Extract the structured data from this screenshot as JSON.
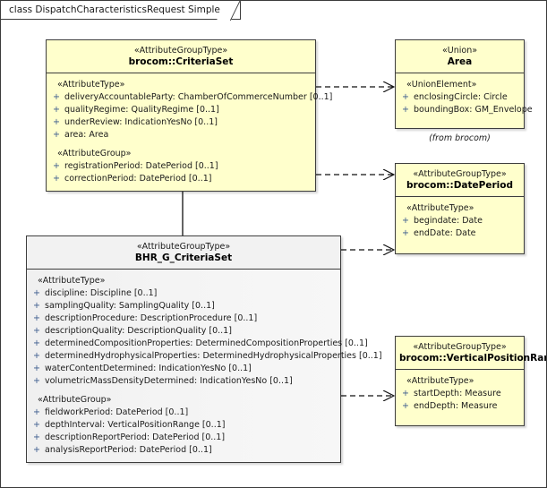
{
  "diagram": {
    "frame_label": "class DispatchCharacteristicsRequest Simple",
    "colors": {
      "class_fill_yellow": "#FFFFCC",
      "class_fill_grey": "#F2F2F2",
      "border": "#3D3D3D",
      "visibility_marker": "#3A5A8C",
      "generalization_fill": "#FAE5B8"
    }
  },
  "classes": {
    "criteriaSet": {
      "stereotype": "«AttributeGroupType»",
      "name": "brocom::CriteriaSet",
      "compartments": [
        {
          "group": "«AttributeType»",
          "attributes": [
            {
              "visibility": "+",
              "signature": "deliveryAccountableParty: ChamberOfCommerceNumber [0..1]"
            },
            {
              "visibility": "+",
              "signature": "qualityRegime: QualityRegime [0..1]"
            },
            {
              "visibility": "+",
              "signature": "underReview: IndicationYesNo [0..1]"
            },
            {
              "visibility": "+",
              "signature": "area: Area"
            }
          ]
        },
        {
          "group": "«AttributeGroup»",
          "attributes": [
            {
              "visibility": "+",
              "signature": "registrationPeriod: DatePeriod [0..1]"
            },
            {
              "visibility": "+",
              "signature": "correctionPeriod: DatePeriod [0..1]"
            }
          ]
        }
      ]
    },
    "bhrCriteriaSet": {
      "stereotype": "«AttributeGroupType»",
      "name": "BHR_G_CriteriaSet",
      "compartments": [
        {
          "group": "«AttributeType»",
          "attributes": [
            {
              "visibility": "+",
              "signature": "discipline: Discipline [0..1]"
            },
            {
              "visibility": "+",
              "signature": "samplingQuality: SamplingQuality [0..1]"
            },
            {
              "visibility": "+",
              "signature": "descriptionProcedure: DescriptionProcedure [0..1]"
            },
            {
              "visibility": "+",
              "signature": "descriptionQuality: DescriptionQuality [0..1]"
            },
            {
              "visibility": "+",
              "signature": "determinedCompositionProperties: DeterminedCompositionProperties [0..1]"
            },
            {
              "visibility": "+",
              "signature": "determinedHydrophysicalProperties: DeterminedHydrophysicalProperties [0..1]"
            },
            {
              "visibility": "+",
              "signature": "waterContentDetermined: IndicationYesNo [0..1]"
            },
            {
              "visibility": "+",
              "signature": "volumetricMassDensityDetermined: IndicationYesNo [0..1]"
            }
          ]
        },
        {
          "group": "«AttributeGroup»",
          "attributes": [
            {
              "visibility": "+",
              "signature": "fieldworkPeriod: DatePeriod [0..1]"
            },
            {
              "visibility": "+",
              "signature": "depthInterval: VerticalPositionRange [0..1]"
            },
            {
              "visibility": "+",
              "signature": "descriptionReportPeriod: DatePeriod [0..1]"
            },
            {
              "visibility": "+",
              "signature": "analysisReportPeriod: DatePeriod [0..1]"
            }
          ]
        }
      ]
    },
    "area": {
      "stereotype": "«Union»",
      "name": "Area",
      "package_note": "(from brocom)",
      "compartments": [
        {
          "group": "«UnionElement»",
          "attributes": [
            {
              "visibility": "+",
              "signature": "enclosingCircle: Circle"
            },
            {
              "visibility": "+",
              "signature": "boundingBox: GM_Envelope"
            }
          ]
        }
      ]
    },
    "datePeriod": {
      "stereotype": "«AttributeGroupType»",
      "name": "brocom::DatePeriod",
      "compartments": [
        {
          "group": "«AttributeType»",
          "attributes": [
            {
              "visibility": "+",
              "signature": "begindate: Date"
            },
            {
              "visibility": "+",
              "signature": "endDate: Date"
            }
          ]
        }
      ]
    },
    "verticalPositionRange": {
      "stereotype": "«AttributeGroupType»",
      "name": "brocom::VerticalPositionRange",
      "compartments": [
        {
          "group": "«AttributeType»",
          "attributes": [
            {
              "visibility": "+",
              "signature": "startDepth: Measure"
            },
            {
              "visibility": "+",
              "signature": "endDepth: Measure"
            }
          ]
        }
      ]
    }
  },
  "connectors": [
    {
      "type": "dependency",
      "from": "brocom::CriteriaSet",
      "to": "Area"
    },
    {
      "type": "dependency",
      "from": "brocom::CriteriaSet",
      "to": "brocom::DatePeriod"
    },
    {
      "type": "dependency",
      "from": "BHR_G_CriteriaSet",
      "to": "brocom::DatePeriod"
    },
    {
      "type": "dependency",
      "from": "BHR_G_CriteriaSet",
      "to": "brocom::VerticalPositionRange"
    },
    {
      "type": "generalization",
      "from": "BHR_G_CriteriaSet",
      "to": "brocom::CriteriaSet"
    }
  ]
}
